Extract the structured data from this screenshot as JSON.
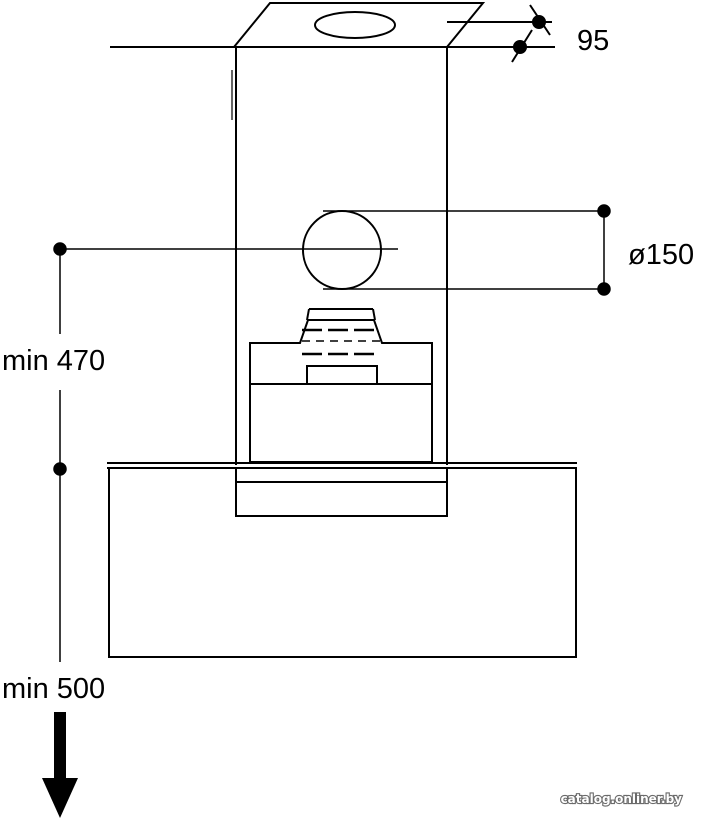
{
  "diagram": {
    "dimensions": {
      "duct_depth": "95",
      "outlet_diameter": "ø150",
      "ceiling_to_hood_min": "min 470",
      "hood_to_hob_min": "min 500"
    },
    "watermark": "catalog.onliner.by"
  }
}
